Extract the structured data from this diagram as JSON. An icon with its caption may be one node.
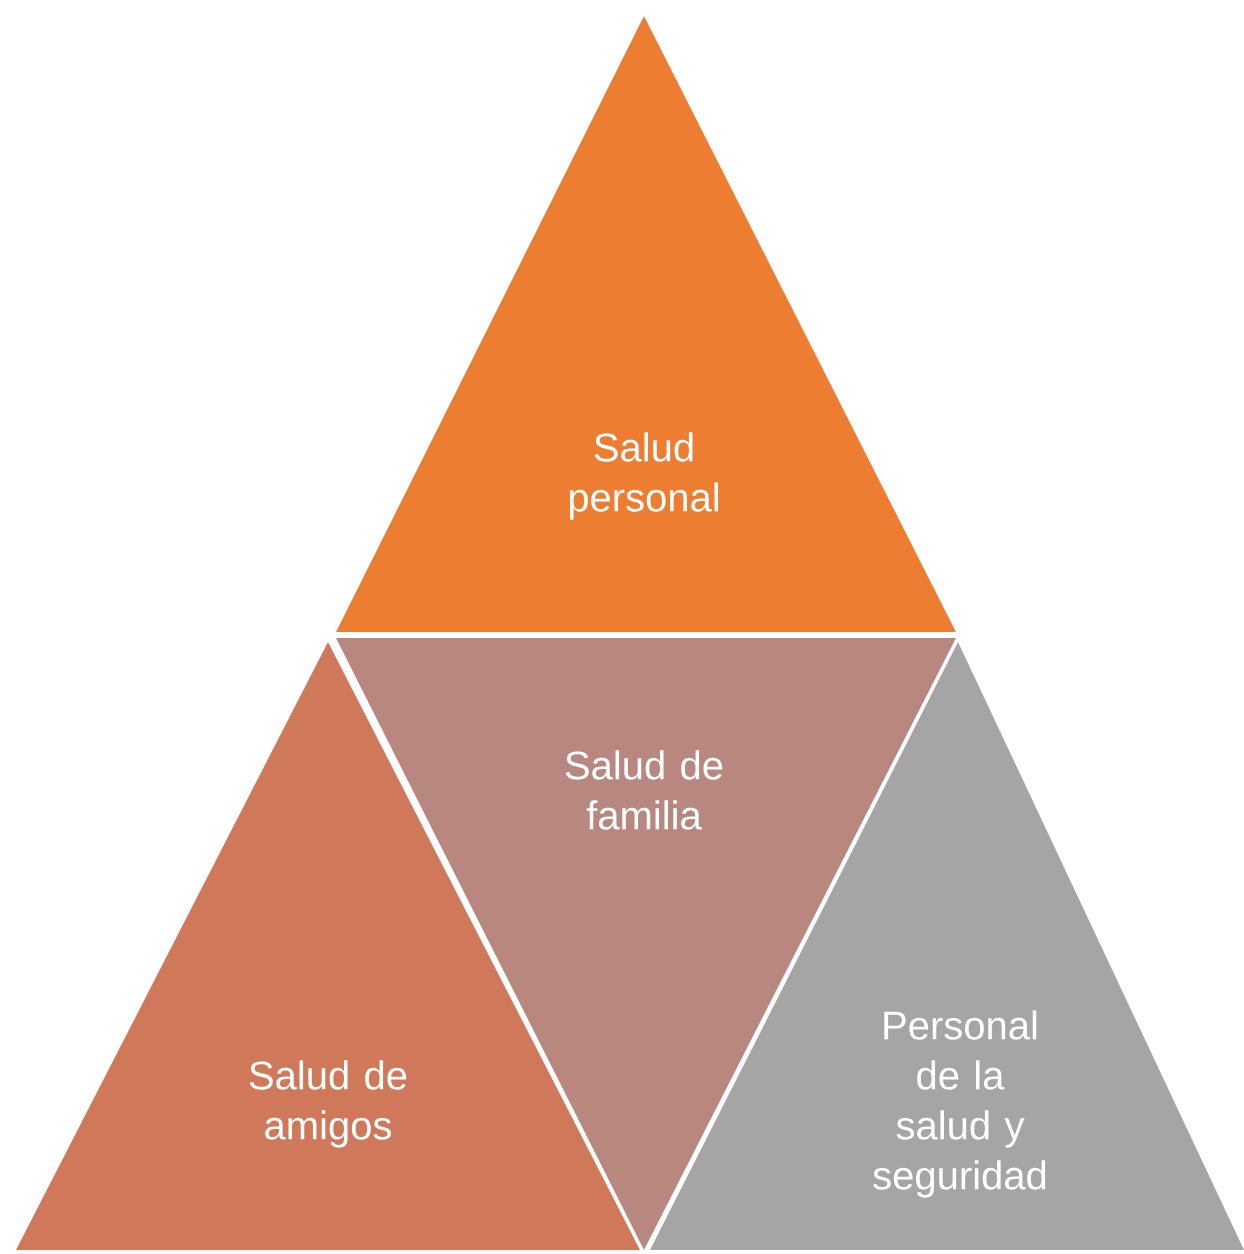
{
  "diagram": {
    "nodes": [
      {
        "text": [
          "Salud personal"
        ]
      },
      {
        "text": [
          "Salud de familia"
        ]
      },
      {
        "text": [
          "Salud de amigos"
        ]
      },
      {
        "text": [
          "Personal de la salud y seguridad"
        ]
      }
    ]
  }
}
